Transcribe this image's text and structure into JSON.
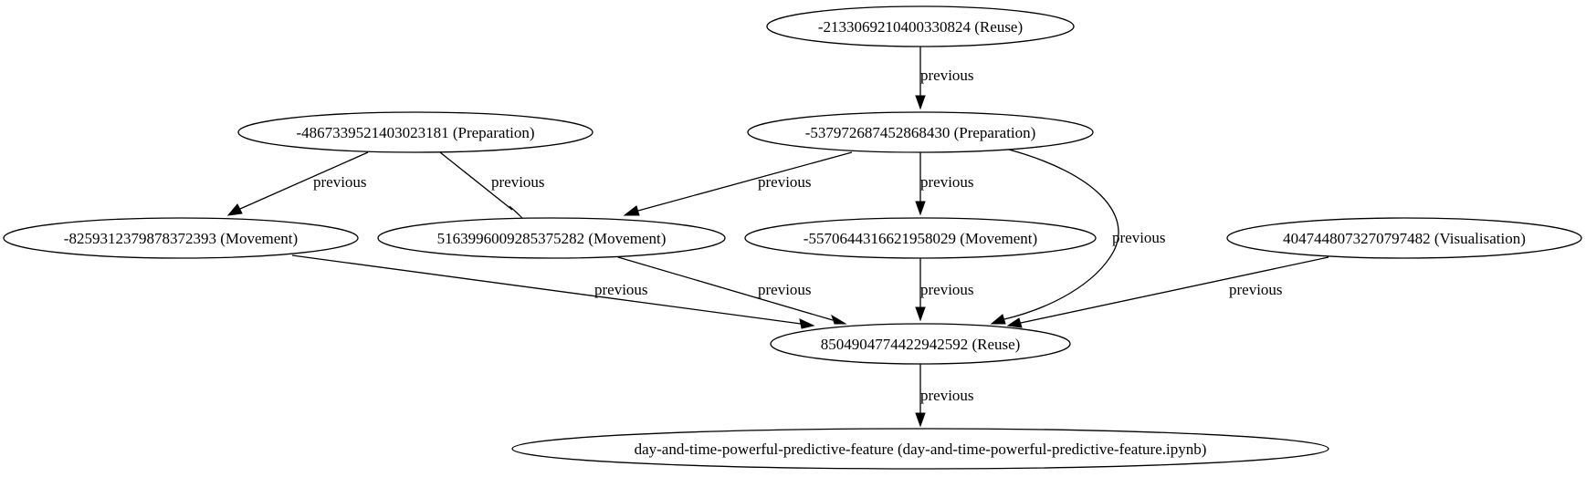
{
  "graph": {
    "nodes": [
      {
        "id": "n_reuse_top",
        "label": "-2133069210400330824 (Reuse)"
      },
      {
        "id": "n_prep_a",
        "label": "-4867339521403023181 (Preparation)"
      },
      {
        "id": "n_prep_b",
        "label": "-537972687452868430 (Preparation)"
      },
      {
        "id": "n_move_a",
        "label": "-8259312379878372393 (Movement)"
      },
      {
        "id": "n_move_b",
        "label": "5163996009285375282 (Movement)"
      },
      {
        "id": "n_move_c",
        "label": "-5570644316621958029 (Movement)"
      },
      {
        "id": "n_vis",
        "label": "4047448073270797482 (Visualisation)"
      },
      {
        "id": "n_reuse_mid",
        "label": "8504904774422942592 (Reuse)"
      },
      {
        "id": "n_notebook",
        "label": "day-and-time-powerful-predictive-feature (day-and-time-powerful-predictive-feature.ipynb)"
      }
    ],
    "edges": [
      {
        "from": "n_reuse_top",
        "to": "n_prep_b",
        "label": "previous"
      },
      {
        "from": "n_prep_a",
        "to": "n_move_a",
        "label": "previous"
      },
      {
        "from": "n_prep_a",
        "to": "n_move_b",
        "label": "previous"
      },
      {
        "from": "n_prep_b",
        "to": "n_move_b",
        "label": "previous"
      },
      {
        "from": "n_prep_b",
        "to": "n_move_c",
        "label": "previous"
      },
      {
        "from": "n_prep_b",
        "to": "n_reuse_mid",
        "label": "previous"
      },
      {
        "from": "n_move_a",
        "to": "n_reuse_mid",
        "label": "previous"
      },
      {
        "from": "n_move_b",
        "to": "n_reuse_mid",
        "label": "previous"
      },
      {
        "from": "n_move_c",
        "to": "n_reuse_mid",
        "label": "previous"
      },
      {
        "from": "n_vis",
        "to": "n_reuse_mid",
        "label": "previous"
      },
      {
        "from": "n_reuse_mid",
        "to": "n_notebook",
        "label": "previous"
      }
    ]
  }
}
